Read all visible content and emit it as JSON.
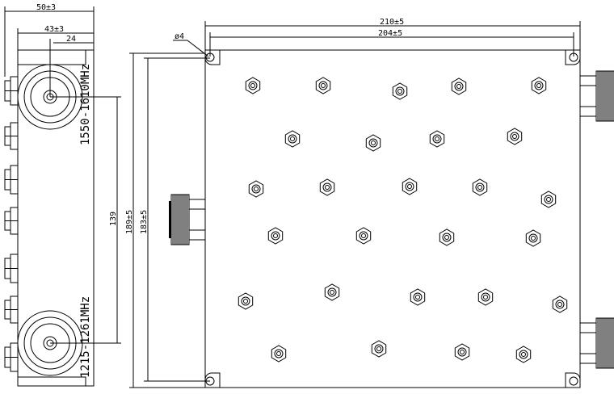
{
  "side_view": {
    "width_overall": "50±3",
    "connector_offset": "43±3",
    "connector_center": "24",
    "port_spacing": "139",
    "port_high_label": "1550-1610MHz",
    "port_low_label": "1215-1261MHz"
  },
  "front_view": {
    "width_overall": "210±5",
    "hole_spacing_horizontal": "204±5",
    "hole_diameter": "ø4",
    "height_overall": "189±5",
    "hole_spacing_vertical": "183±5"
  },
  "colors": {
    "line": "#000000",
    "background": "#ffffff"
  }
}
